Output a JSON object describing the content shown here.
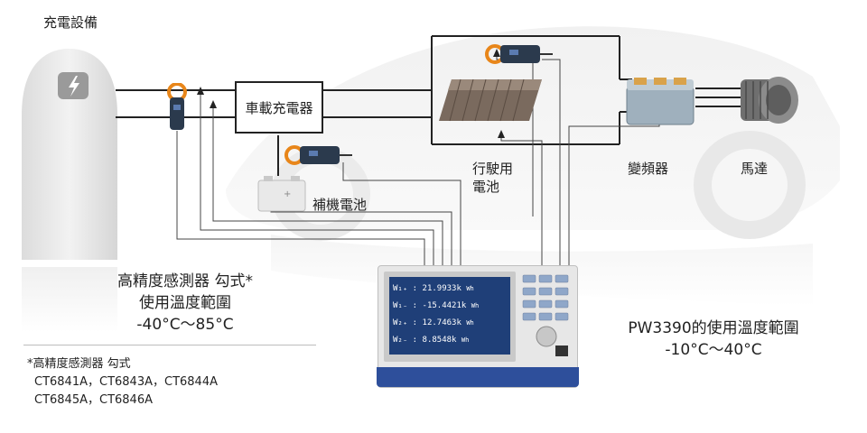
{
  "labels": {
    "charging_station": "充電設備",
    "onboard_charger": "車載充電器",
    "aux_battery": "補機電池",
    "drive_battery_line1": "行駛用",
    "drive_battery_line2": "電池",
    "inverter": "變頻器",
    "motor": "馬達"
  },
  "sensor_spec": {
    "line1": "高精度感測器 勾式*",
    "line2": "使用溫度範圍",
    "line3": "-40°C～85°C"
  },
  "instrument_spec": {
    "line1": "PW3390的使用溫度範圍",
    "line2": "-10°C～40°C"
  },
  "footnote": {
    "line1": "*高精度感測器 勾式",
    "line2": "CT6841A，CT6843A，CT6844A",
    "line3": "CT6845A，CT6846A"
  },
  "screen": {
    "rows": [
      {
        "label": "W₁₊",
        "value": "21.9933k"
      },
      {
        "label": "W₁₋",
        "value": "-15.4421k"
      },
      {
        "label": "W₂₊",
        "value": "12.7463k"
      },
      {
        "label": "W₂₋",
        "value": "8.8548k"
      }
    ],
    "unit": "Wh"
  },
  "icons": [
    "lightning-icon",
    "clamp-sensor-icon",
    "car-silhouette",
    "battery-icon",
    "inverter-icon",
    "motor-icon",
    "power-analyzer-icon"
  ]
}
